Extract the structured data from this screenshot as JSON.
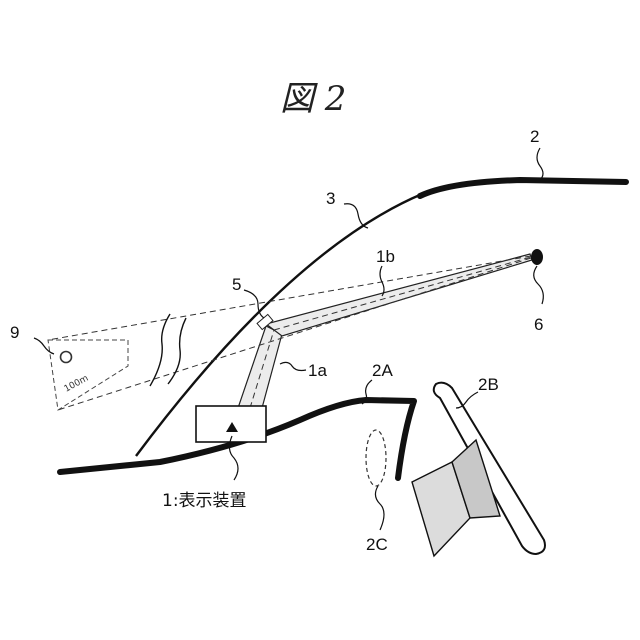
{
  "figure": {
    "title": "図 2"
  },
  "labels": {
    "roof": "2",
    "windshield": "3",
    "light_upper": "1b",
    "reflection_point": "5",
    "eye": "6",
    "virtual_image": "9",
    "light_lower": "1a",
    "dashboard": "2A",
    "steering": "2B",
    "pedal": "2C",
    "display_device": "1:表示装置"
  },
  "virtual_sign": {
    "distance_text": "100m"
  }
}
